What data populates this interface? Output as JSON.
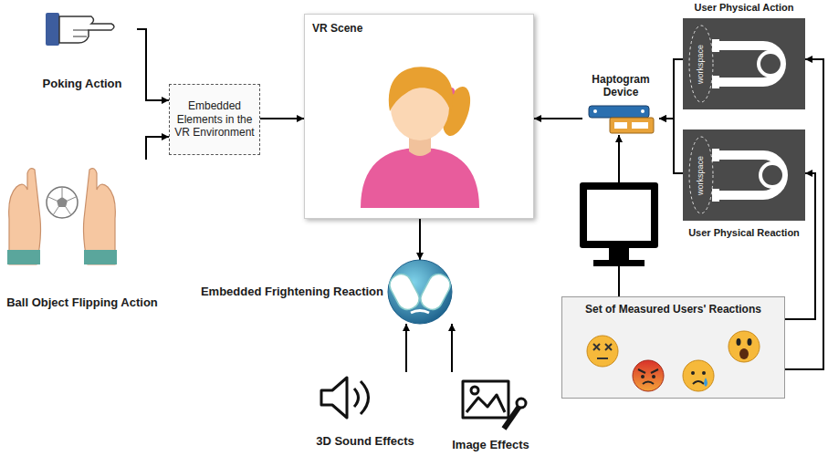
{
  "diagram": {
    "nodes": [
      {
        "text": [
          "Poking Action"
        ]
      },
      {
        "text": [
          "Embedded Elements in the VR Environment"
        ]
      },
      {
        "text": [
          "Ball Object Flipping Action"
        ]
      },
      {
        "text": [
          "VR Scene"
        ]
      },
      {
        "text": [
          "Embedded Frightening Reaction"
        ]
      },
      {
        "text": [
          "3D Sound Effects"
        ]
      },
      {
        "text": [
          "Image Effects"
        ]
      },
      {
        "text": [
          "Haptogram Device"
        ]
      },
      {
        "text": [
          "User Physical Action",
          "workspace"
        ]
      },
      {
        "text": [
          "workspace",
          "User Physical Reaction"
        ]
      },
      {
        "text": [
          "Set of Measured Users' Reactions"
        ]
      }
    ],
    "edges": [
      {
        "from": 0,
        "to": 1,
        "arrow": "to"
      },
      {
        "from": 2,
        "to": 1,
        "arrow": "to"
      },
      {
        "from": 1,
        "to": 3,
        "arrow": "to"
      },
      {
        "from": 3,
        "to": 4,
        "arrow": "to"
      },
      {
        "from": 5,
        "to": 4,
        "arrow": "to"
      },
      {
        "from": 6,
        "to": 4,
        "arrow": "to"
      },
      {
        "from": 7,
        "to": 3,
        "arrow": "to"
      },
      {
        "from": 8,
        "to": 7,
        "arrow": "to"
      },
      {
        "from": 9,
        "to": 7,
        "arrow": "to"
      },
      {
        "from": 10,
        "to": 7,
        "arrow": "to"
      },
      {
        "from": 10,
        "to": 9,
        "arrow": "to"
      },
      {
        "from": 10,
        "to": 8,
        "arrow": "to"
      }
    ]
  }
}
